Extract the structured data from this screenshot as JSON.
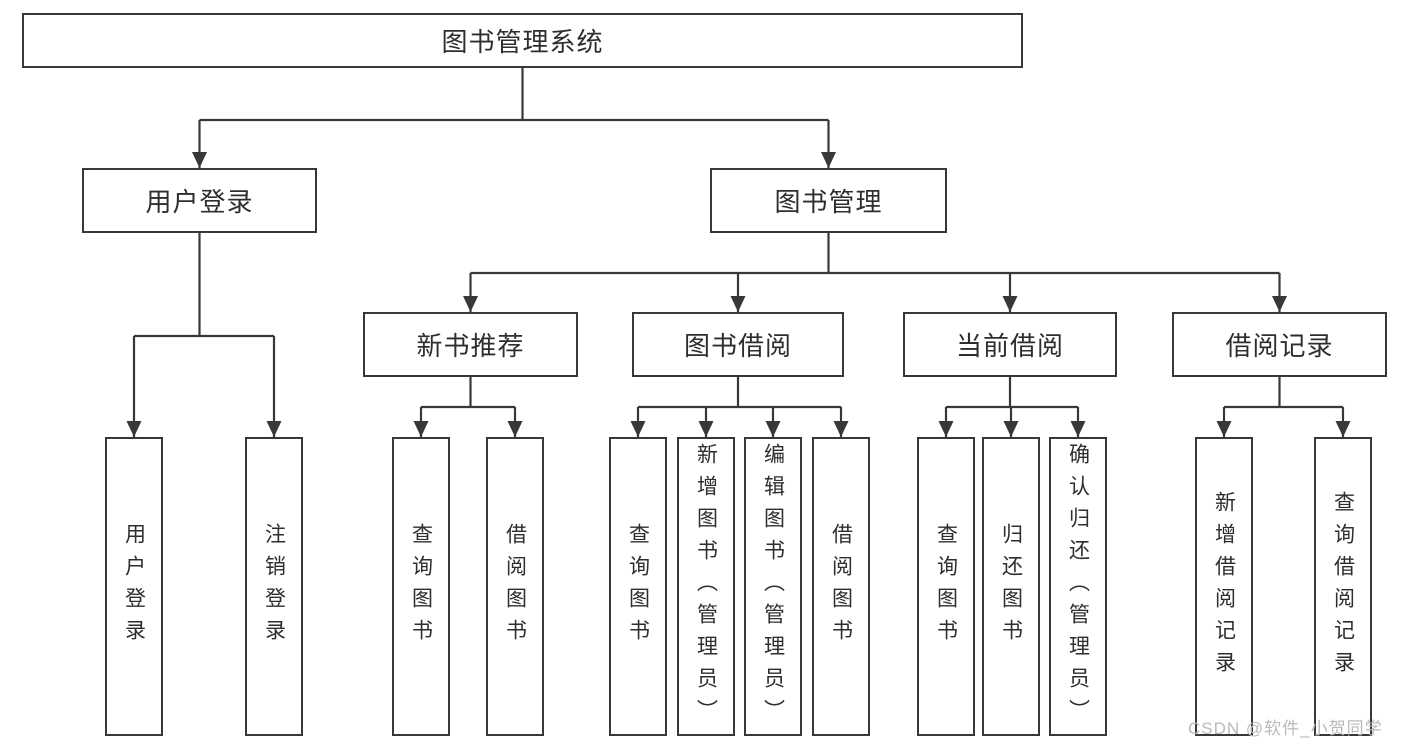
{
  "diagram": {
    "root": {
      "label": "图书管理系统"
    },
    "children": [
      {
        "label": "用户登录",
        "children": [
          {
            "label": "用户登录"
          },
          {
            "label": "注销登录"
          }
        ]
      },
      {
        "label": "图书管理",
        "children": [
          {
            "label": "新书推荐",
            "children": [
              {
                "label": "查询图书"
              },
              {
                "label": "借阅图书"
              }
            ]
          },
          {
            "label": "图书借阅",
            "children": [
              {
                "label": "查询图书"
              },
              {
                "label": "新增图书（管理员）"
              },
              {
                "label": "编辑图书（管理员）"
              },
              {
                "label": "借阅图书"
              }
            ]
          },
          {
            "label": "当前借阅",
            "children": [
              {
                "label": "查询图书"
              },
              {
                "label": "归还图书"
              },
              {
                "label": "确认归还（管理员）"
              }
            ]
          },
          {
            "label": "借阅记录",
            "children": [
              {
                "label": "新增借阅记录"
              },
              {
                "label": "查询借阅记录"
              }
            ]
          }
        ]
      }
    ],
    "watermark": {
      "text": "CSDN @软件_小贺同学"
    },
    "colors": {
      "line": "#383838",
      "text": "#2e2e2e",
      "box_background": "#ffffff",
      "watermark": "#b9b9b9"
    }
  }
}
